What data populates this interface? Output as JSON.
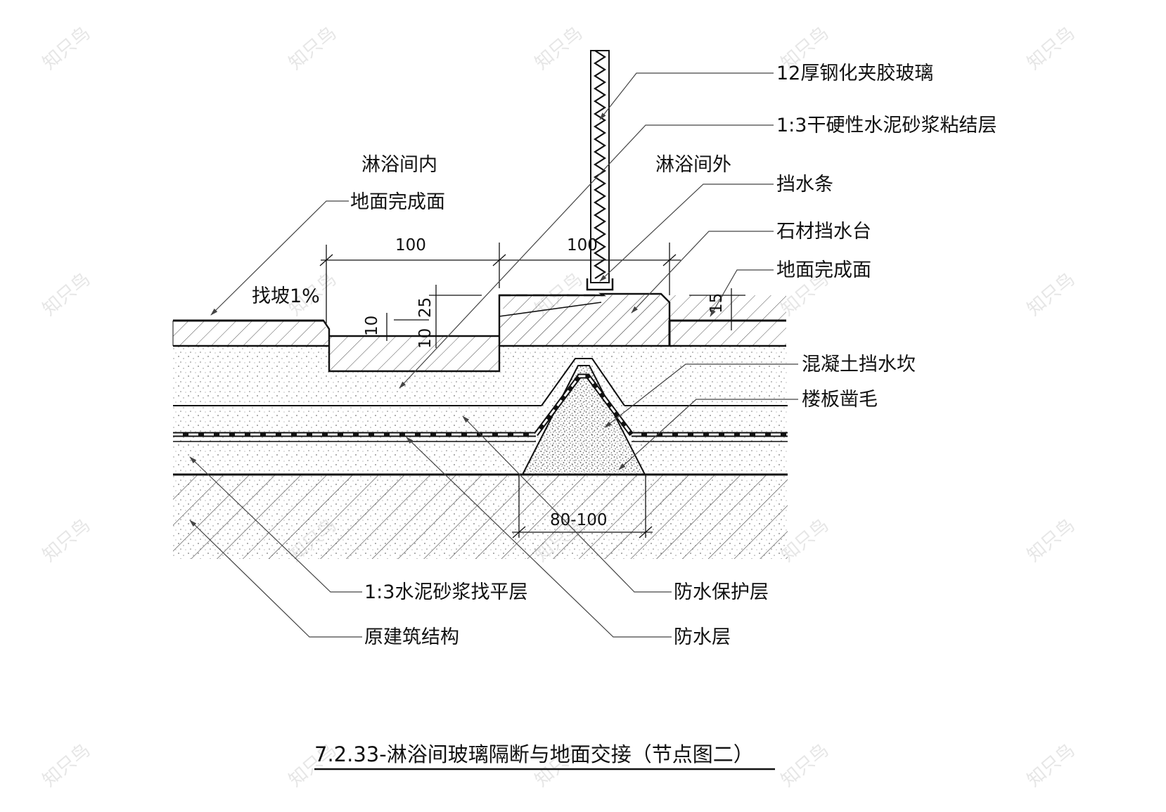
{
  "labels": {
    "glass": "12厚钢化夹胶玻璃",
    "mortar_bond": "1:3干硬性水泥砂浆粘结层",
    "inside": "淋浴间内",
    "outside": "淋浴间外",
    "finish_left": "地面完成面",
    "water_bar": "挡水条",
    "stone_sill": "石材挡水台",
    "finish_right": "地面完成面",
    "slope": "找坡1%",
    "concrete_curb": "混凝土挡水坎",
    "slab_roughen": "楼板凿毛",
    "leveling": "1:3水泥砂浆找平层",
    "structure": "原建筑结构",
    "wp_protect": "防水保护层",
    "wp_layer": "防水层"
  },
  "dimensions": {
    "d100_left": "100",
    "d100_right": "100",
    "d10_a": "10",
    "d25": "25",
    "d10_b": "10",
    "d15": "15",
    "d80_100": "80-100"
  },
  "title": "7.2.33-淋浴间玻璃隔断与地面交接（节点图二）",
  "watermark": "知只鸟",
  "colors": {
    "line": "#111111",
    "hatch": "#333333",
    "watermark": "#e6e6e6"
  }
}
